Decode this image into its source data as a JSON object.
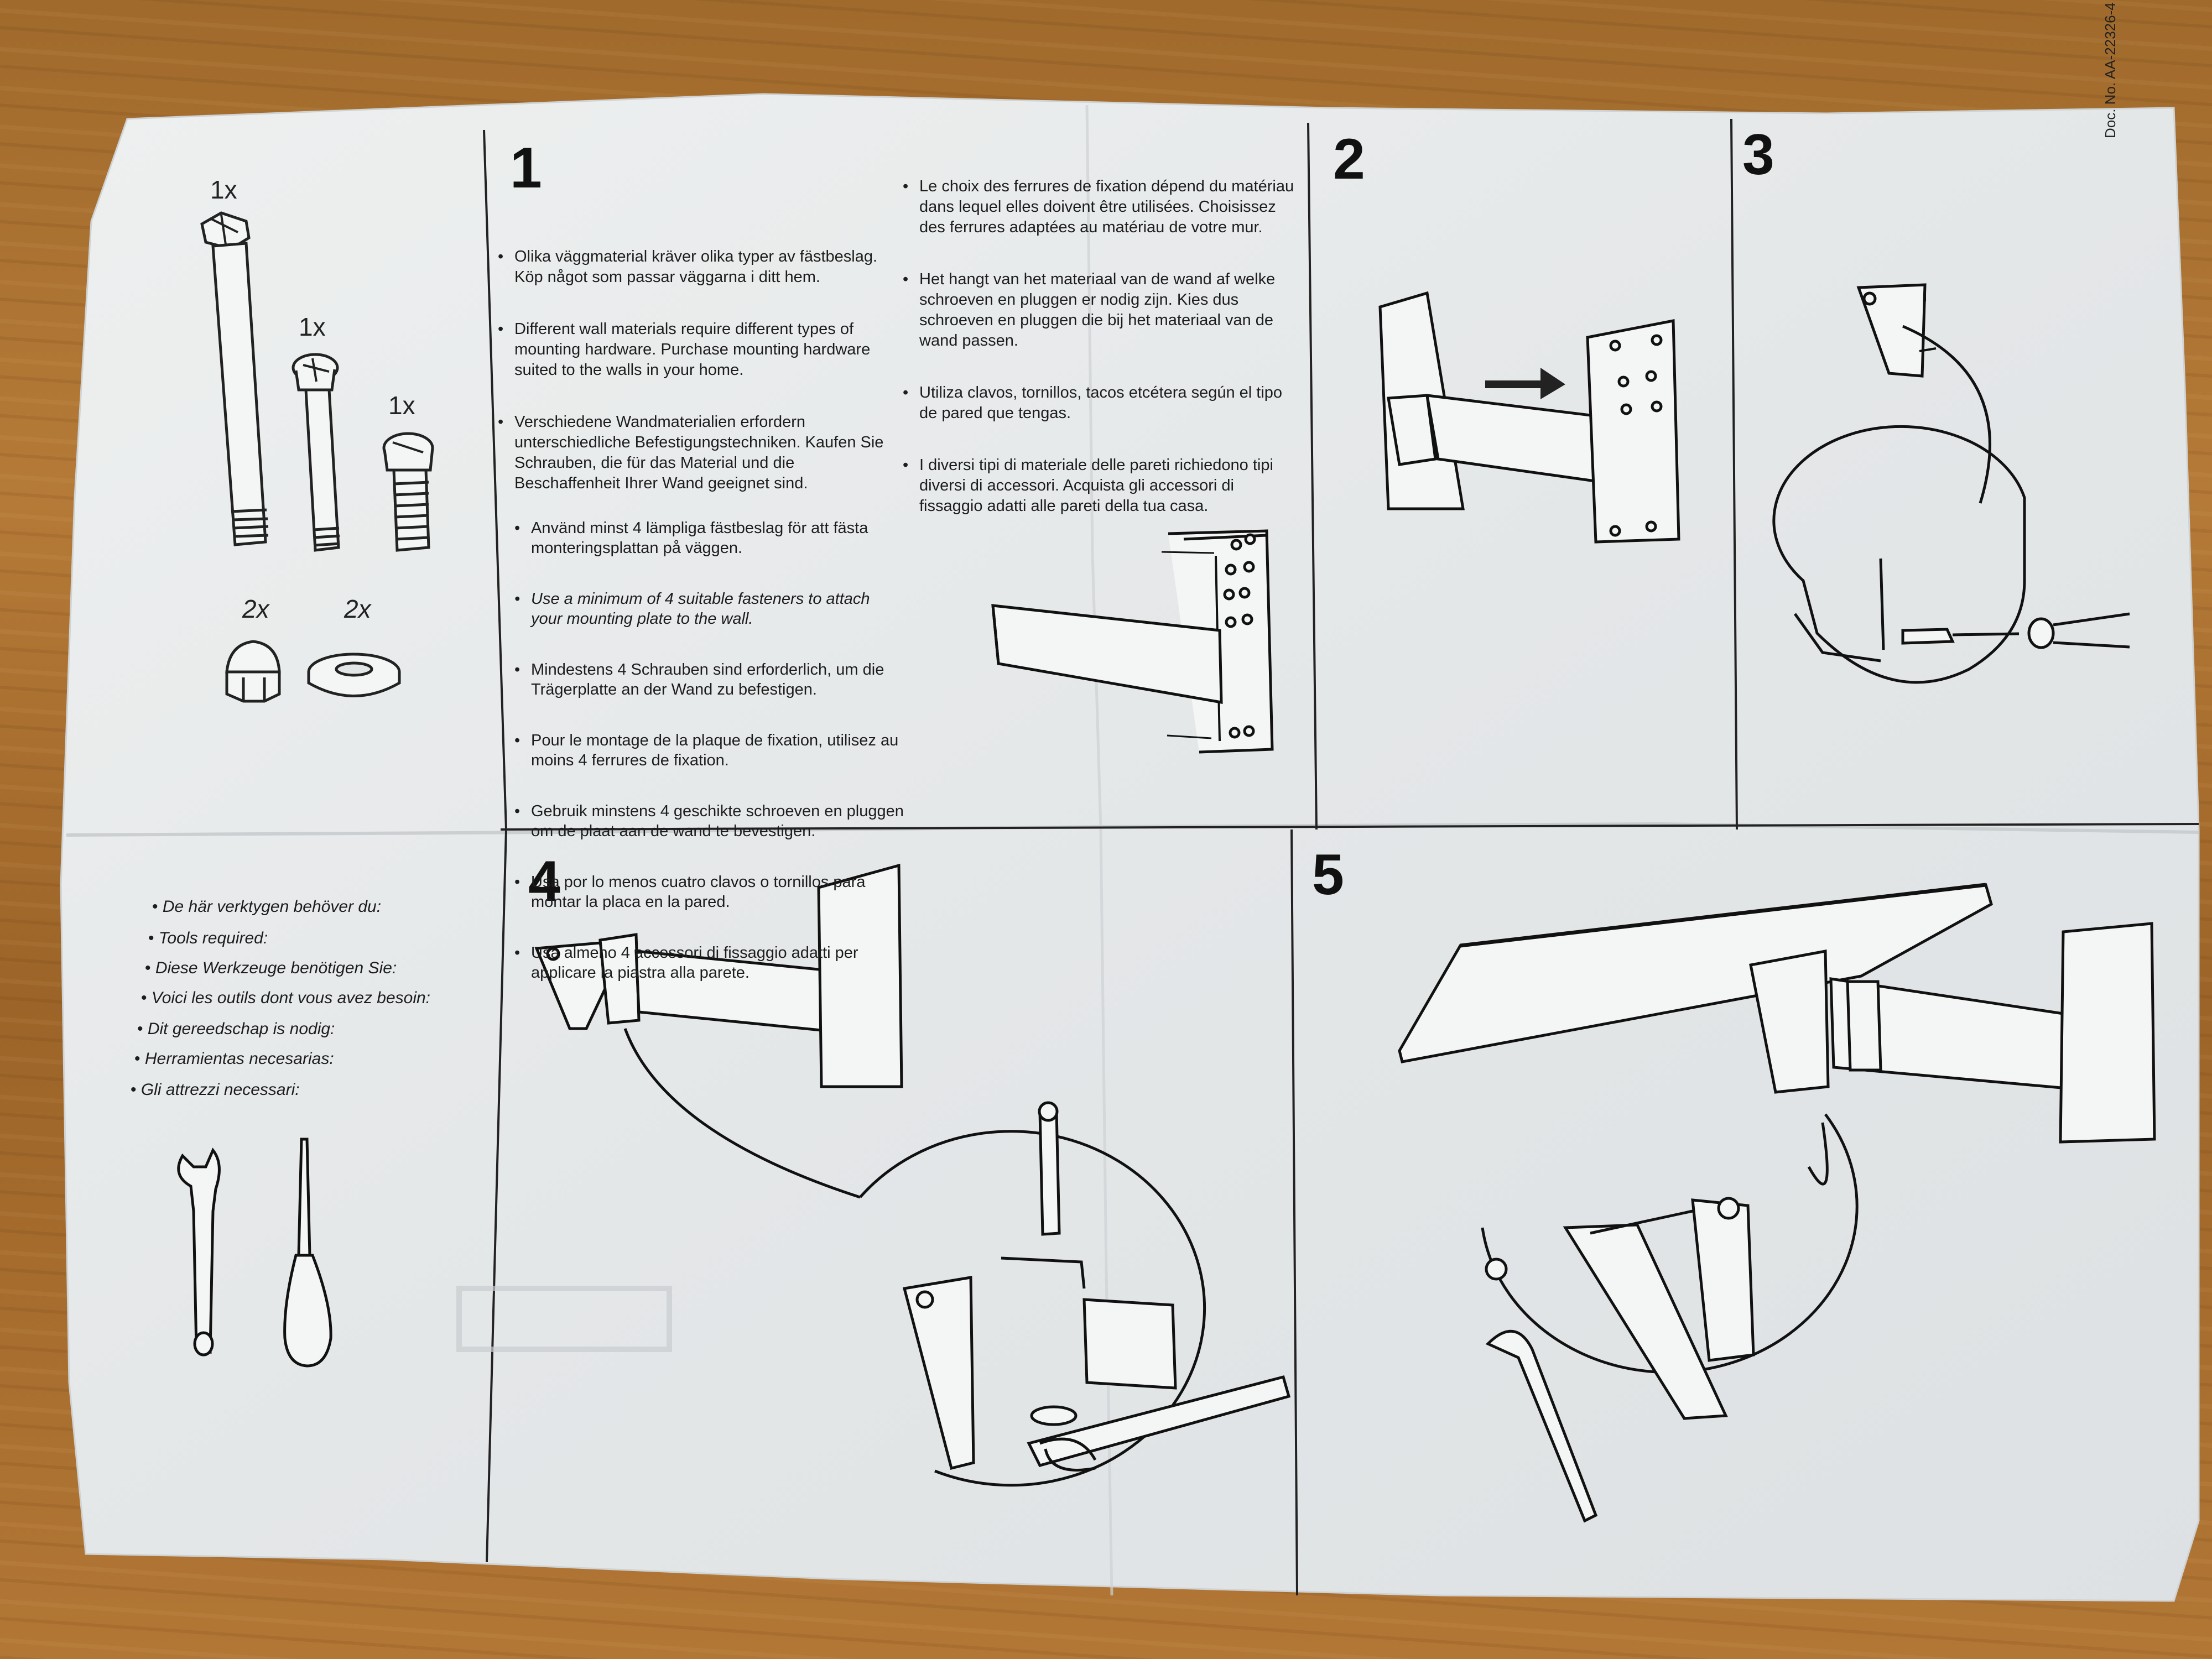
{
  "doc_number": "Doc. No. AA-22326-4",
  "parts": [
    {
      "qty": "1x",
      "name": "long-bolt"
    },
    {
      "qty": "1x",
      "name": "medium-bolt"
    },
    {
      "qty": "1x",
      "name": "short-bolt"
    },
    {
      "qty": "2x",
      "name": "cap-nut"
    },
    {
      "qty": "2x",
      "name": "washer"
    }
  ],
  "steps": {
    "step1": {
      "number": "1",
      "wall_notes": [
        "Olika väggmaterial kräver olika typer av fästbeslag.\nKöp något som passar väggarna i ditt hem.",
        "Different wall materials require different types of\nmounting hardware. Purchase mounting hardware\nsuited to the walls in your home.",
        "Verschiedene Wandmaterialien erfordern\nunterschiedliche Befestigungstechniken. Kaufen Sie\nSchrauben, die für das Material und die\nBeschaffenheit Ihrer Wand geeignet sind.",
        "Le choix des ferrures de fixation dépend du matériau\ndans lequel elles doivent être utilisées. Choisissez\ndes ferrures adaptées au matériau de votre mur.",
        "Het hangt van het materiaal van de wand af welke\nschroeven en pluggen er nodig zijn. Kies dus\nschroeven en pluggen die bij het materiaal van de\nwand passen.",
        "Utiliza clavos, tornillos, tacos etcétera según el tipo\nde pared que tengas.",
        "I diversi tipi di materiale delle pareti richiedono tipi\ndiversi di accessori. Acquista gli accessori di\nfissaggio adatti alle pareti della tua casa."
      ],
      "fastener_notes": [
        "Använd minst 4 lämpliga fästbeslag för att fästa\nmonteringsplattan på väggen.",
        "Use a minimum of 4 suitable fasteners to attach\nyour mounting plate to the wall.",
        "Mindestens 4 Schrauben sind erforderlich, um die\nTrägerplatte an der Wand zu befestigen.",
        "Pour le montage de la plaque de fixation, utilisez au\nmoins 4 ferrures de fixation.",
        "Gebruik minstens 4 geschikte schroeven en pluggen\nom de plaat aan de wand te bevestigen.",
        "Usa por lo menos cuatro clavos o tornillos para\nmontar la placa en la pared.",
        "Usa almeno 4 accessori di fissaggio adatti per\napplicare la piastra alla parete."
      ]
    },
    "step2": {
      "number": "2"
    },
    "step3": {
      "number": "3"
    },
    "step4": {
      "number": "4"
    },
    "step5": {
      "number": "5"
    }
  },
  "tools_required": [
    "De här verktygen behöver du:",
    "Tools required:",
    "Diese Werkzeuge benötigen Sie:",
    "Voici les outils dont vous avez besoin:",
    "Dit gereedschap is nodig:",
    "Herramientas necesarias:",
    "Gli attrezzi necessari:"
  ],
  "icons": [
    "adjustable-wrench-icon",
    "screwdriver-icon"
  ],
  "colors": {
    "paper": "#e9ebeb",
    "ink": "#1d1d1d",
    "table": "#a66e30"
  }
}
